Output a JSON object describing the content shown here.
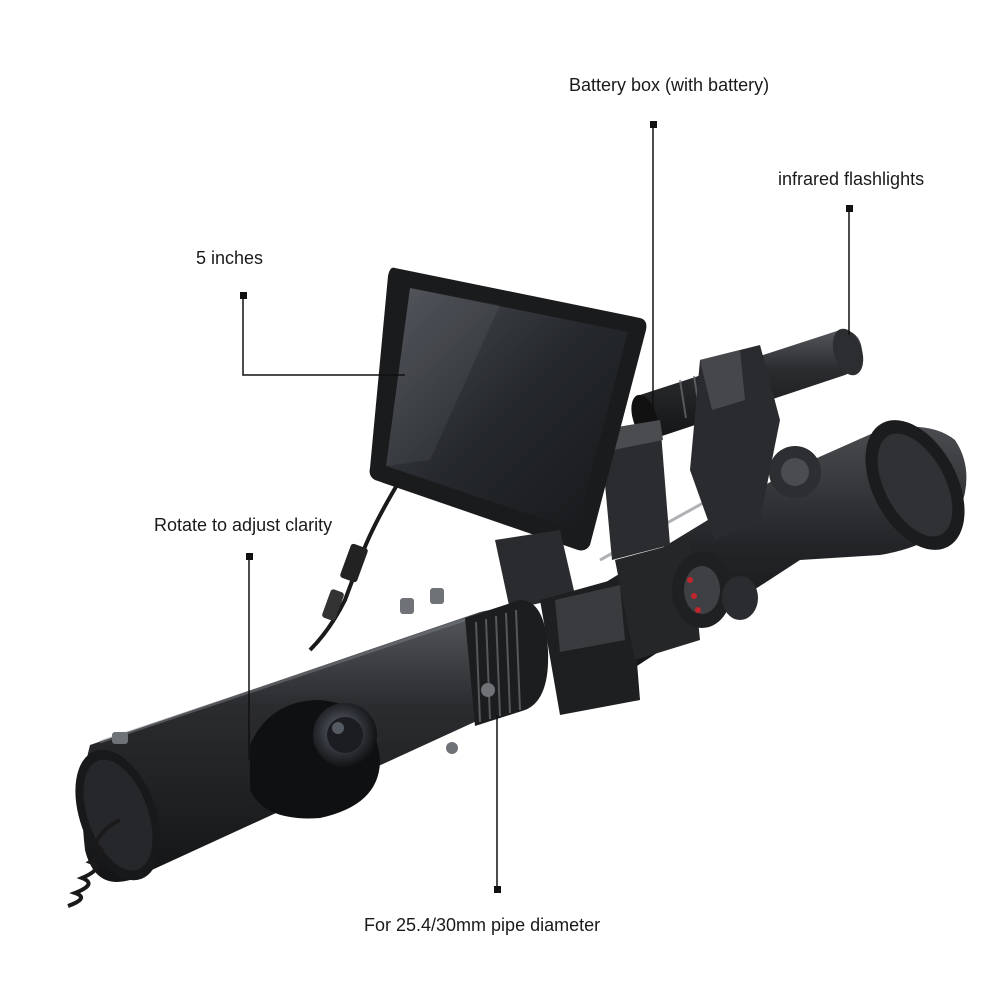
{
  "callouts": {
    "battery_box": "Battery box (with battery)",
    "infrared_flashlights": "infrared flashlights",
    "screen_size": "5 inches",
    "rotate_clarity": "Rotate to adjust clarity",
    "pipe_diameter": "For 25.4/30mm pipe diameter"
  },
  "colors": {
    "background": "#ffffff",
    "body_dark": "#1e1f21",
    "body_mid": "#3a3b3e",
    "highlight": "#6f7276",
    "screen": "#2a2d31",
    "accent_red": "#c0262b",
    "leader_line": "#111111"
  }
}
